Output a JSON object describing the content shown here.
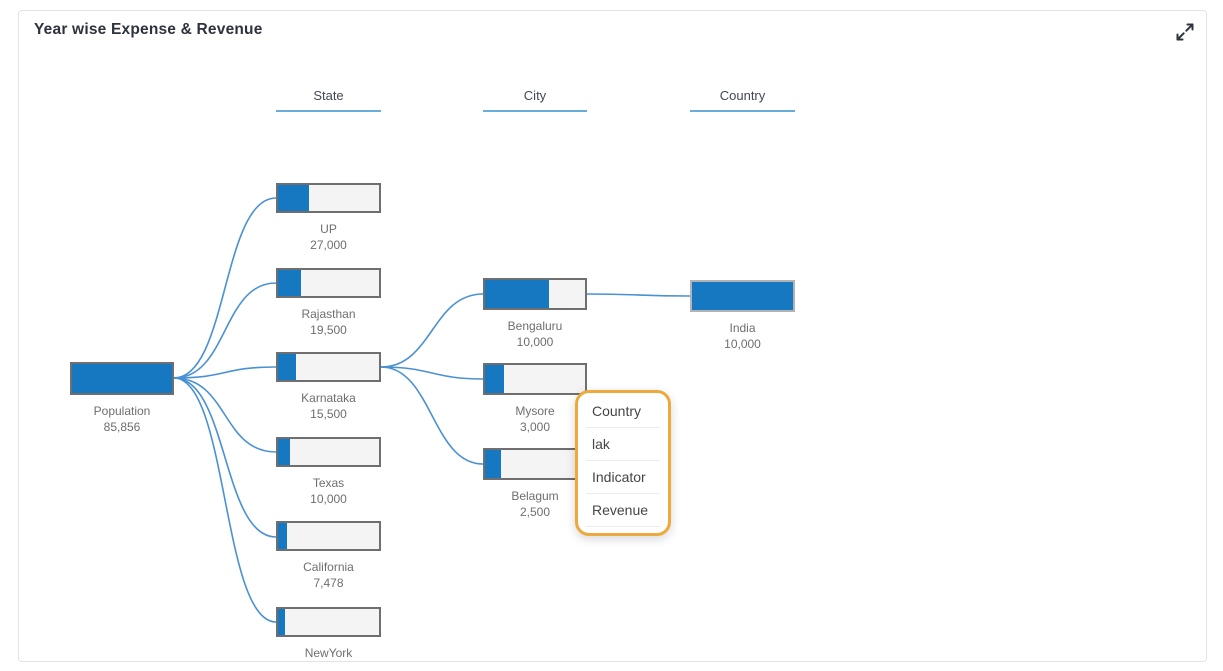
{
  "header": {
    "title": "Year wise Expense & Revenue",
    "expand_icon": "expand-diagonal-arrows"
  },
  "columns": [
    {
      "label": "State"
    },
    {
      "label": "City"
    },
    {
      "label": "Country"
    }
  ],
  "popup": {
    "items": [
      {
        "label": "Country"
      },
      {
        "label": "lak"
      },
      {
        "label": "Indicator"
      },
      {
        "label": "Revenue"
      }
    ]
  },
  "colors": {
    "bar_fill_blue": "#1778C2",
    "bar_track_gray": "#F4F4F4",
    "bar_border_gray": "#6F6F6F",
    "connector_blue": "#4A91D4",
    "header_underline_blue": "#69ABDB",
    "popup_border_orange": "#EDAA3C",
    "label_gray": "#6E6E6E",
    "title_dark": "#2E323C"
  },
  "chart_data": {
    "type": "decomposition-tree",
    "title": "Year wise Expense & Revenue",
    "levels": [
      "State",
      "City",
      "Country"
    ],
    "legend_position": "none",
    "grid": false,
    "nodes": [
      {
        "id": "population",
        "label": "Population",
        "value": "85,856",
        "parent": null,
        "level": "root",
        "fill_pct": 100
      },
      {
        "id": "up",
        "label": "UP",
        "value": "27,000",
        "parent": "population",
        "level": "State",
        "fill_pct": 31
      },
      {
        "id": "rajasthan",
        "label": "Rajasthan",
        "value": "19,500",
        "parent": "population",
        "level": "State",
        "fill_pct": 23
      },
      {
        "id": "karnataka",
        "label": "Karnataka",
        "value": "15,500",
        "parent": "population",
        "level": "State",
        "fill_pct": 18
      },
      {
        "id": "texas",
        "label": "Texas",
        "value": "10,000",
        "parent": "population",
        "level": "State",
        "fill_pct": 12
      },
      {
        "id": "california",
        "label": "California",
        "value": "7,478",
        "parent": "population",
        "level": "State",
        "fill_pct": 9
      },
      {
        "id": "newyork",
        "label": "NewYork",
        "value": "",
        "parent": "population",
        "level": "State",
        "fill_pct": 7
      },
      {
        "id": "bengaluru",
        "label": "Bengaluru",
        "value": "10,000",
        "parent": "karnataka",
        "level": "City",
        "fill_pct": 64
      },
      {
        "id": "mysore",
        "label": "Mysore",
        "value": "3,000",
        "parent": "karnataka",
        "level": "City",
        "fill_pct": 19
      },
      {
        "id": "belagum",
        "label": "Belagum",
        "value": "2,500",
        "parent": "karnataka",
        "level": "City",
        "fill_pct": 16
      },
      {
        "id": "india",
        "label": "India",
        "value": "10,000",
        "parent": "bengaluru",
        "level": "Country",
        "fill_pct": 100
      }
    ]
  }
}
